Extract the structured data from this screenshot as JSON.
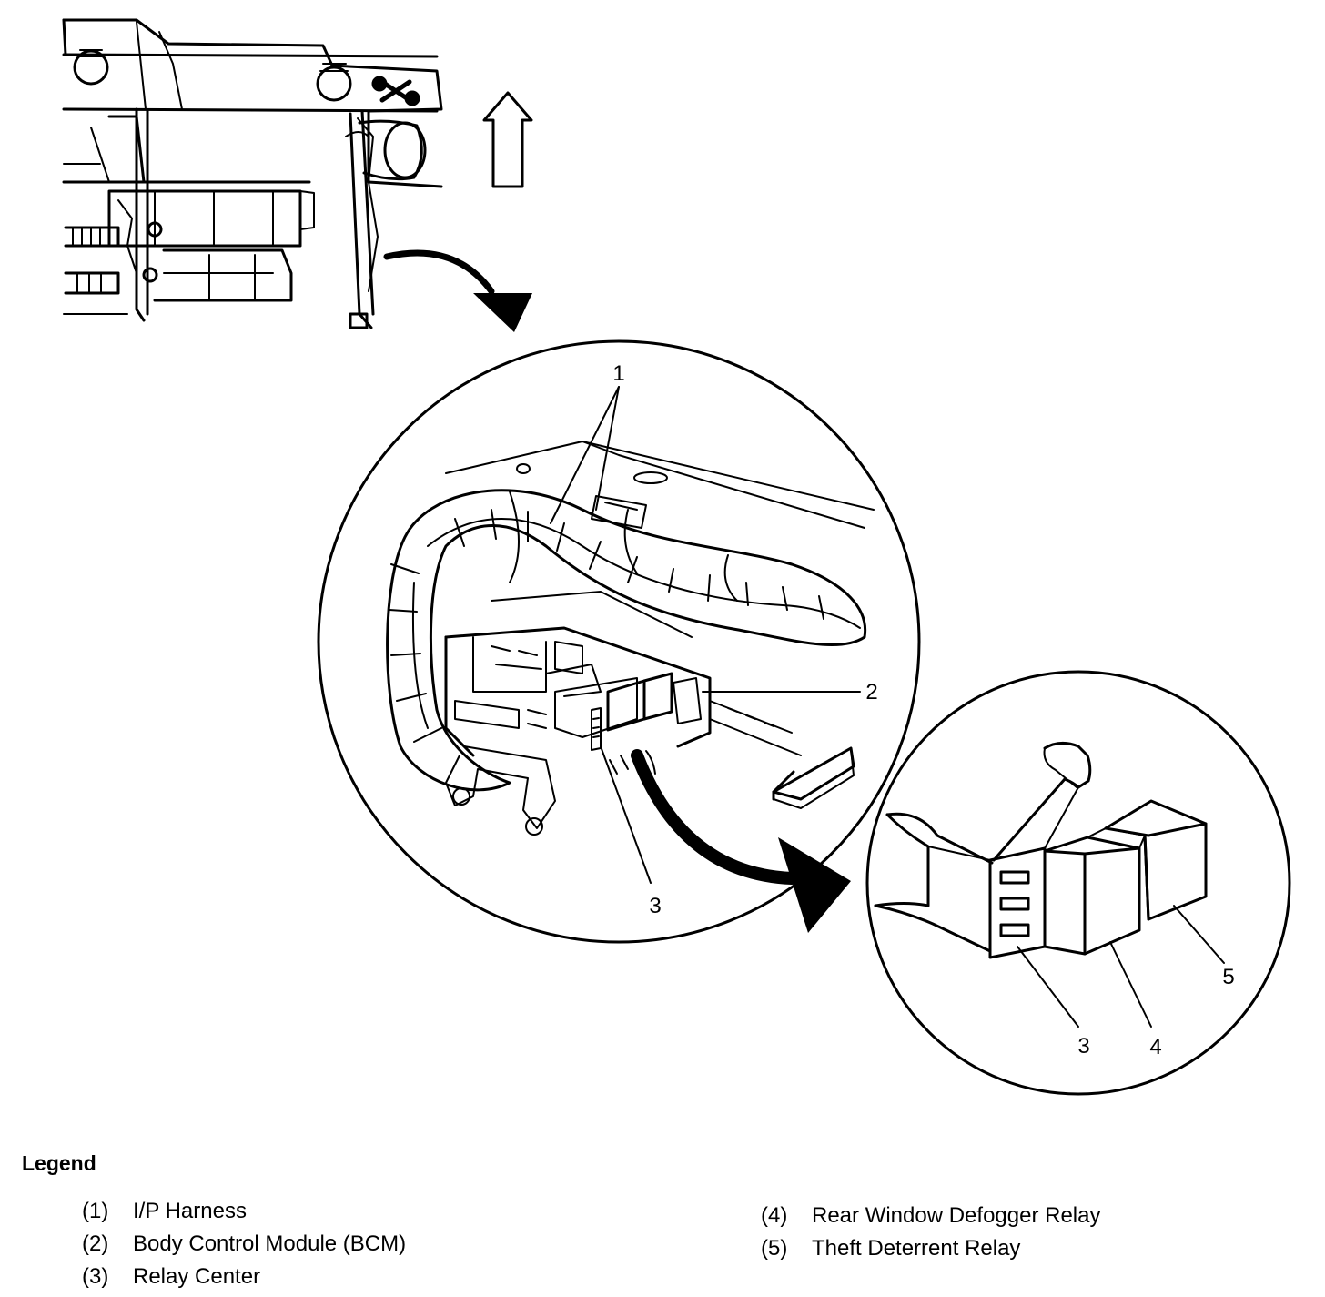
{
  "callouts": {
    "main": {
      "harness": "1",
      "bcm": "2",
      "relay_center": "3"
    },
    "detail": {
      "relay_center": "3",
      "defogger_relay": "4",
      "theft_relay": "5"
    }
  },
  "legend": {
    "title": "Legend",
    "items": [
      {
        "num": "(1)",
        "label": "I/P Harness"
      },
      {
        "num": "(2)",
        "label": "Body Control Module (BCM)"
      },
      {
        "num": "(3)",
        "label": "Relay Center"
      },
      {
        "num": "(4)",
        "label": "Rear Window Defogger Relay"
      },
      {
        "num": "(5)",
        "label": "Theft Deterrent Relay"
      }
    ]
  }
}
